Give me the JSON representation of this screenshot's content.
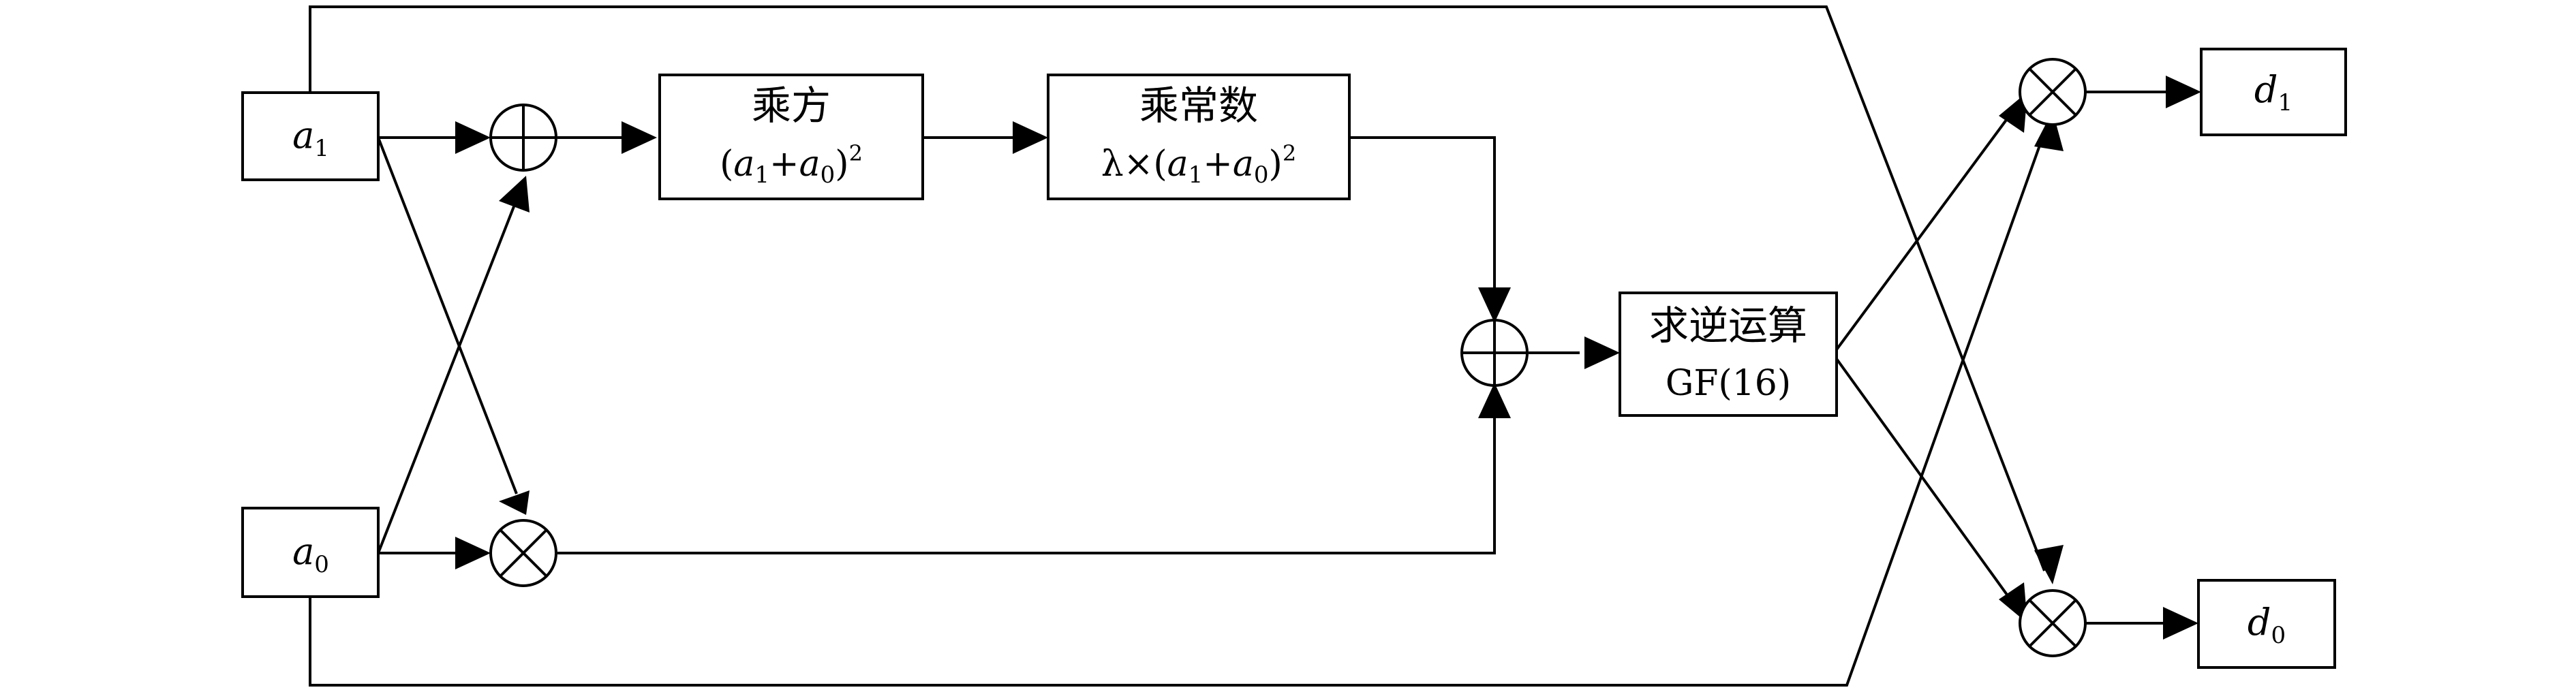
{
  "inputs": {
    "a1": {
      "base": "a",
      "sub": "1"
    },
    "a0": {
      "base": "a",
      "sub": "0"
    }
  },
  "outputs": {
    "d1": {
      "base": "d",
      "sub": "1"
    },
    "d0": {
      "base": "d",
      "sub": "0"
    }
  },
  "blocks": {
    "square": {
      "title": "乘方",
      "formula": {
        "open": "(",
        "a": "a",
        "s1": "1",
        "plus": "+",
        "s0": "0",
        "close": ")",
        "exp": "2"
      }
    },
    "multiply_constant": {
      "title": "乘常数",
      "formula": {
        "lambda": "λ",
        "times": "×",
        "open": "(",
        "a": "a",
        "s1": "1",
        "plus": "+",
        "s0": "0",
        "close": ")",
        "exp": "2"
      }
    },
    "inverse": {
      "title": "求逆运算",
      "field": "GF(16)"
    }
  },
  "operators": {
    "xor": "xor-operator",
    "mul": "multiply-operator"
  }
}
